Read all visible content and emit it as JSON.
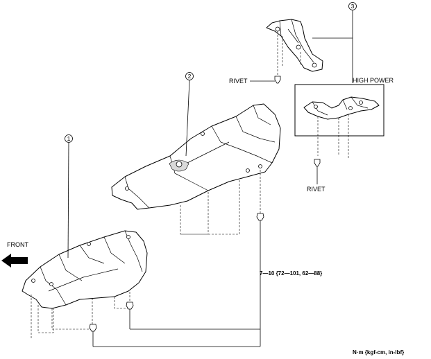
{
  "callouts": {
    "part1": "1",
    "part2": "2",
    "part3": "3"
  },
  "labels": {
    "front": "FRONT",
    "rivet_upper": "RIVET",
    "rivet_lower": "RIVET",
    "high_power": "HIGH POWER",
    "torque": "7—10 {72—101, 62—88}",
    "units": "N·m {kgf-cm, in-lbf}"
  }
}
